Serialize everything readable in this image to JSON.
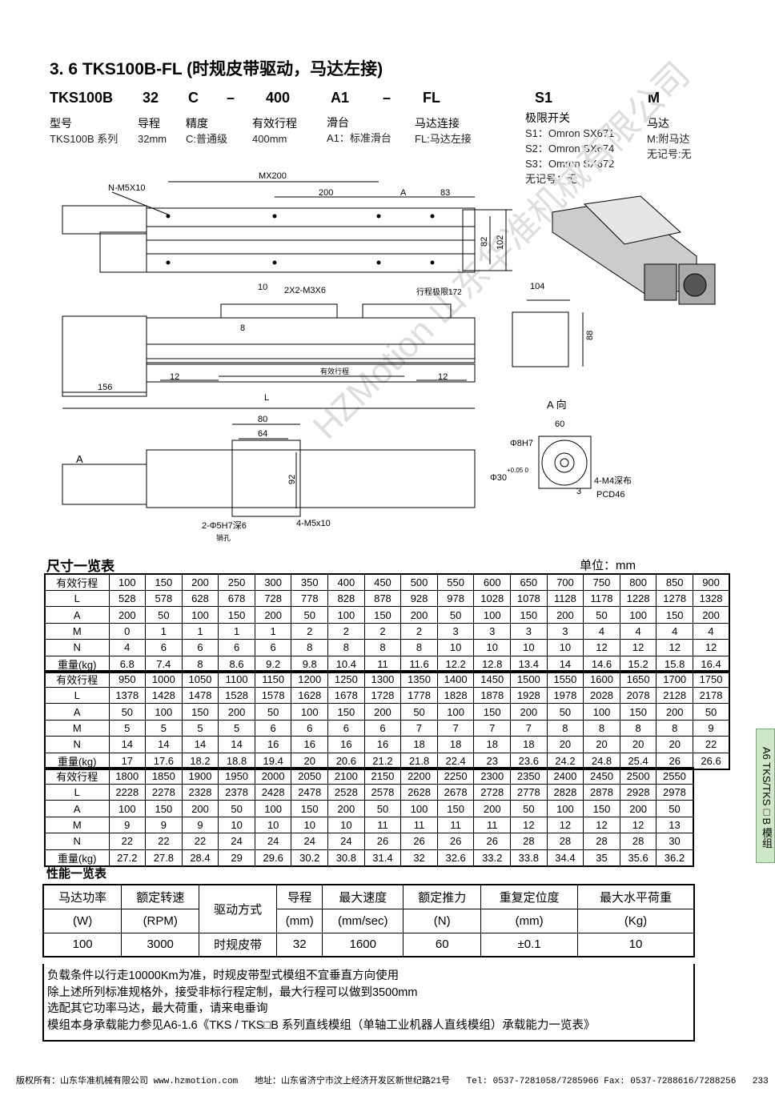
{
  "title": "3. 6 TKS100B-FL (时规皮带驱动，马达左接)",
  "code": {
    "parts": [
      "TKS100B",
      "32",
      "C",
      "–",
      "400",
      "A1",
      "–",
      "FL",
      "S1",
      "M"
    ]
  },
  "legend": {
    "model": {
      "label": "型号",
      "desc": "TKS100B 系列"
    },
    "lead": {
      "label": "导程",
      "desc": "32mm"
    },
    "precision": {
      "label": "精度",
      "desc": "C:普通级"
    },
    "stroke": {
      "label": "有效行程",
      "desc": "400mm"
    },
    "slider": {
      "label": "滑台",
      "desc": "A1：标准滑台"
    },
    "motor_conn": {
      "label": "马达连接",
      "desc": "FL:马达左接"
    },
    "limit": {
      "label": "极限开关",
      "items": [
        "S1：Omron SX671",
        "S2：Omron SX674",
        "S3：Omron SX672",
        "无记号：无"
      ]
    },
    "motor": {
      "label": "马达",
      "items": [
        "M:附马达",
        "无记号:无"
      ]
    }
  },
  "drawing": {
    "n_m5": "N-M5X10",
    "mx200": "MX200",
    "d200": "200",
    "dA": "A",
    "d83": "83",
    "d82": "82",
    "d102": "102",
    "d10": "10",
    "m3": "2X2-M3X6",
    "d8": "8",
    "travel": "行程极限172",
    "stroke": "有效行程",
    "d12a": "12",
    "d12b": "12",
    "d156": "156",
    "L": "L",
    "d104": "104",
    "d88": "88",
    "d80": "80",
    "d64": "64",
    "d92": "92",
    "arrowA": "A",
    "pin": "2-Φ5H7深6",
    "pin2": "销孔",
    "m5": "4-M5x10",
    "viewA": "A 向",
    "d60": "60",
    "bh7": "Φ8H7",
    "d30": "Φ30",
    "tol": "+0.05 0",
    "m4": "4-M4深布",
    "d3": "3",
    "pcd": "PCD46",
    "watermark": "HZMotion 山东华准机械有限公司"
  },
  "dim_title": "尺寸一览表",
  "unit": "单位：mm",
  "dim_tables": [
    {
      "rows": [
        [
          "有效行程",
          "100",
          "150",
          "200",
          "250",
          "300",
          "350",
          "400",
          "450",
          "500",
          "550",
          "600",
          "650",
          "700",
          "750",
          "800",
          "850",
          "900"
        ],
        [
          "L",
          "528",
          "578",
          "628",
          "678",
          "728",
          "778",
          "828",
          "878",
          "928",
          "978",
          "1028",
          "1078",
          "1128",
          "1178",
          "1228",
          "1278",
          "1328"
        ],
        [
          "A",
          "200",
          "50",
          "100",
          "150",
          "200",
          "50",
          "100",
          "150",
          "200",
          "50",
          "100",
          "150",
          "200",
          "50",
          "100",
          "150",
          "200"
        ],
        [
          "M",
          "0",
          "1",
          "1",
          "1",
          "1",
          "2",
          "2",
          "2",
          "2",
          "3",
          "3",
          "3",
          "3",
          "4",
          "4",
          "4",
          "4"
        ],
        [
          "N",
          "4",
          "6",
          "6",
          "6",
          "6",
          "8",
          "8",
          "8",
          "8",
          "10",
          "10",
          "10",
          "10",
          "12",
          "12",
          "12",
          "12"
        ],
        [
          "重量(kg)",
          "6.8",
          "7.4",
          "8",
          "8.6",
          "9.2",
          "9.8",
          "10.4",
          "11",
          "11.6",
          "12.2",
          "12.8",
          "13.4",
          "14",
          "14.6",
          "15.2",
          "15.8",
          "16.4"
        ]
      ]
    },
    {
      "rows": [
        [
          "有效行程",
          "950",
          "1000",
          "1050",
          "1100",
          "1150",
          "1200",
          "1250",
          "1300",
          "1350",
          "1400",
          "1450",
          "1500",
          "1550",
          "1600",
          "1650",
          "1700",
          "1750"
        ],
        [
          "L",
          "1378",
          "1428",
          "1478",
          "1528",
          "1578",
          "1628",
          "1678",
          "1728",
          "1778",
          "1828",
          "1878",
          "1928",
          "1978",
          "2028",
          "2078",
          "2128",
          "2178"
        ],
        [
          "A",
          "50",
          "100",
          "150",
          "200",
          "50",
          "100",
          "150",
          "200",
          "50",
          "100",
          "150",
          "200",
          "50",
          "100",
          "150",
          "200",
          "50"
        ],
        [
          "M",
          "5",
          "5",
          "5",
          "5",
          "6",
          "6",
          "6",
          "6",
          "7",
          "7",
          "7",
          "7",
          "8",
          "8",
          "8",
          "8",
          "9"
        ],
        [
          "N",
          "14",
          "14",
          "14",
          "14",
          "16",
          "16",
          "16",
          "16",
          "18",
          "18",
          "18",
          "18",
          "20",
          "20",
          "20",
          "20",
          "22"
        ],
        [
          "重量(kg)",
          "17",
          "17.6",
          "18.2",
          "18.8",
          "19.4",
          "20",
          "20.6",
          "21.2",
          "21.8",
          "22.4",
          "23",
          "23.6",
          "24.2",
          "24.8",
          "25.4",
          "26",
          "26.6"
        ]
      ]
    },
    {
      "rows": [
        [
          "有效行程",
          "1800",
          "1850",
          "1900",
          "1950",
          "2000",
          "2050",
          "2100",
          "2150",
          "2200",
          "2250",
          "2300",
          "2350",
          "2400",
          "2450",
          "2500",
          "2550"
        ],
        [
          "L",
          "2228",
          "2278",
          "2328",
          "2378",
          "2428",
          "2478",
          "2528",
          "2578",
          "2628",
          "2678",
          "2728",
          "2778",
          "2828",
          "2878",
          "2928",
          "2978"
        ],
        [
          "A",
          "100",
          "150",
          "200",
          "50",
          "100",
          "150",
          "200",
          "50",
          "100",
          "150",
          "200",
          "50",
          "100",
          "150",
          "200",
          "50"
        ],
        [
          "M",
          "9",
          "9",
          "9",
          "10",
          "10",
          "10",
          "10",
          "11",
          "11",
          "11",
          "11",
          "12",
          "12",
          "12",
          "12",
          "13"
        ],
        [
          "N",
          "22",
          "22",
          "22",
          "24",
          "24",
          "24",
          "24",
          "26",
          "26",
          "26",
          "26",
          "28",
          "28",
          "28",
          "28",
          "30"
        ],
        [
          "重量(kg)",
          "27.2",
          "27.8",
          "28.4",
          "29",
          "29.6",
          "30.2",
          "30.8",
          "31.4",
          "32",
          "32.6",
          "33.2",
          "33.8",
          "34.4",
          "35",
          "35.6",
          "36.2"
        ]
      ]
    }
  ],
  "perf_title": "性能一览表",
  "perf": {
    "headers": [
      [
        "马达功率",
        "(W)"
      ],
      [
        "额定转速",
        "(RPM)"
      ],
      [
        "驱动方式",
        ""
      ],
      [
        "导程",
        "(mm)"
      ],
      [
        "最大速度",
        "(mm/sec)"
      ],
      [
        "额定推力",
        "(N)"
      ],
      [
        "重复定位度",
        "(mm)"
      ],
      [
        "最大水平荷重",
        "(Kg)"
      ]
    ],
    "values": [
      "100",
      "3000",
      "时规皮带",
      "32",
      "1600",
      "60",
      "±0.1",
      "10"
    ]
  },
  "notes": [
    "负载条件以行走10000Km为准，时规皮带型式模组不宜垂直方向使用",
    "除上述所列标准规格外，接受非标行程定制，最大行程可以做到3500mm",
    "选配其它功率马达，最大荷重，请来电垂询",
    "模组本身承载能力参见A6-1.6《TKS / TKS□B 系列直线模组（单轴工业机器人直线模组）承载能力一览表》"
  ],
  "side_tab": "A6 TKS/TKS□B 模组",
  "footer": {
    "copyright": "版权所有：山东华准机械有限公司 www.hzmotion.com",
    "address": "地址：山东省济宁市汶上经济开发区新世纪路21号",
    "contact": "Tel: 0537-7281058/7285966 Fax: 0537-7288616/7288256",
    "page": "233"
  }
}
